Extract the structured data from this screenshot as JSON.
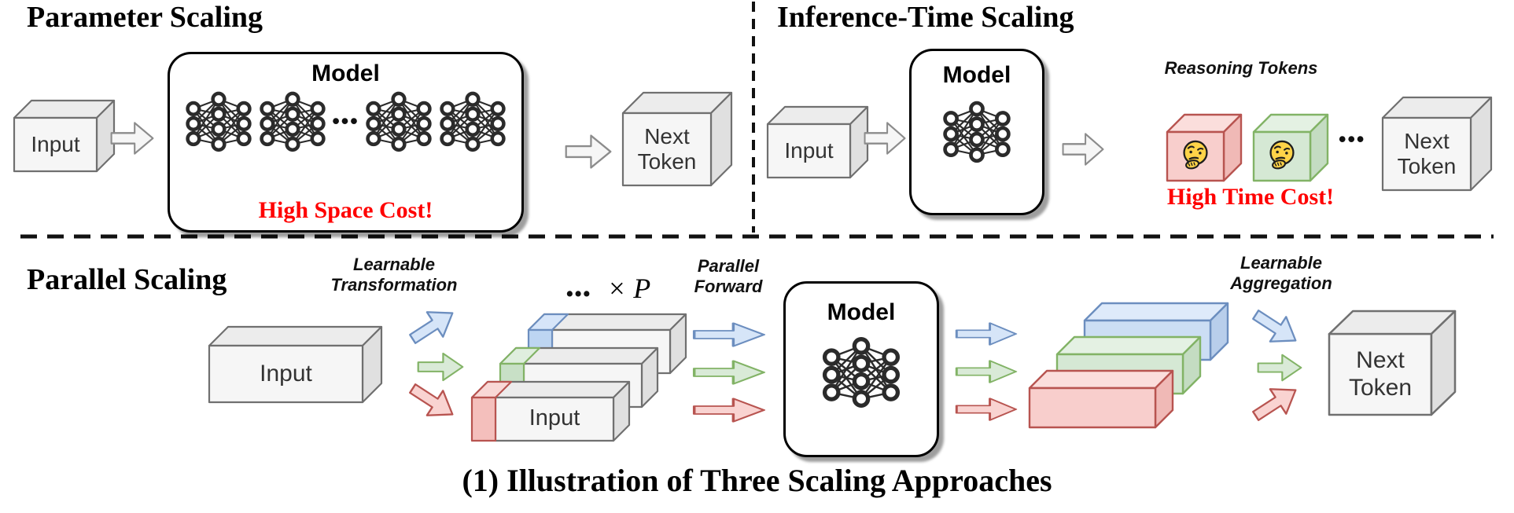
{
  "colors": {
    "cost_text_red": "#FF0000",
    "token_red_fill": "#F8CECC",
    "token_red_stroke": "#B85450",
    "token_green_fill": "#D5E8D4",
    "token_green_stroke": "#82B366",
    "stream_blue_fill": "#DAE8FC",
    "stream_blue_stroke": "#6C8EBF",
    "cube_gray_fill": "#F5F5F5",
    "cube_gray_stroke": "#666666"
  },
  "caption": "(1) Illustration of Three Scaling Approaches",
  "parameter_scaling": {
    "title": "Parameter Scaling",
    "input_label": "Input",
    "model_label": "Model",
    "model_ellipsis": "•••",
    "cost_label": "High Space Cost!",
    "next_token_label": "Next Token"
  },
  "inference_time_scaling": {
    "title": "Inference-Time Scaling",
    "input_label": "Input",
    "model_label": "Model",
    "reasoning_tokens_label": "Reasoning Tokens",
    "tokens_ellipsis": "•••",
    "cost_label": "High Time Cost!",
    "next_token_label": "Next Token"
  },
  "parallel_scaling": {
    "title": "Parallel Scaling",
    "transformation_label": "Learnable Transformation",
    "input_label": "Input",
    "stacked_input_label": "Input",
    "replicas_ellipsis": "•••",
    "replicas_math": "× P",
    "forward_label": "Parallel Forward",
    "model_label": "Model",
    "aggregation_label": "Learnable Aggregation",
    "next_token_label": "Next Token"
  }
}
